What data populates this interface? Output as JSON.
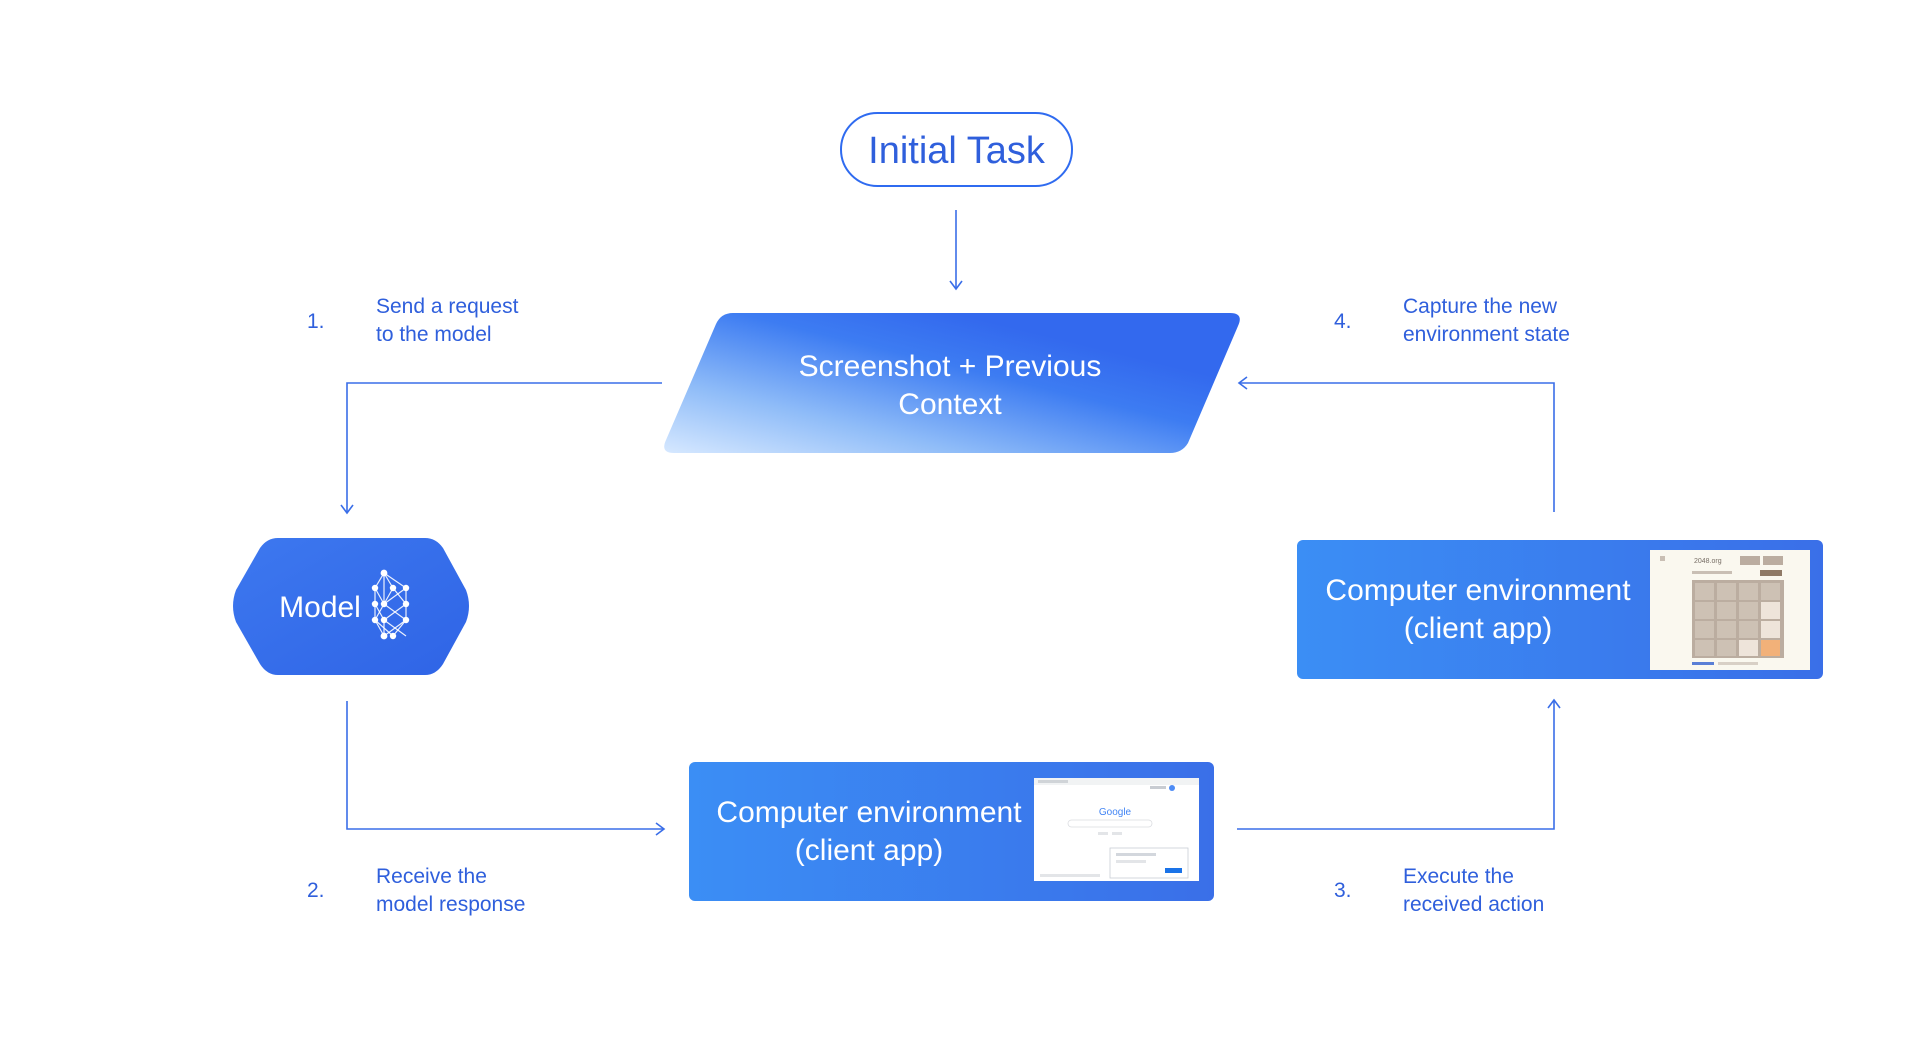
{
  "initial_task": "Initial Task",
  "context_box": {
    "line1": "Screenshot + Previous",
    "line2": "Context"
  },
  "model": {
    "label": "Model",
    "icon": "neural-network-icon"
  },
  "env_top": {
    "line1": "Computer environment",
    "line2": "(client app)",
    "thumbnail": "2048-game-screenshot",
    "thumb_site": "2048.org"
  },
  "env_bottom": {
    "line1": "Computer environment",
    "line2": "(client app)",
    "thumbnail": "google-search-screenshot",
    "thumb_logo": "Google"
  },
  "steps": [
    {
      "num": "1.",
      "line1": "Send a request",
      "line2": "to the model"
    },
    {
      "num": "2.",
      "line1": "Receive the",
      "line2": "model response"
    },
    {
      "num": "3.",
      "line1": "Execute the",
      "line2": "received action"
    },
    {
      "num": "4.",
      "line1": "Capture the new",
      "line2": "environment state"
    }
  ],
  "colors": {
    "accent_blue": "#2f6bf0",
    "label_blue": "#2f5fdc",
    "arrow_blue": "#3a6ee8",
    "light_blue": "#cfe3ff"
  }
}
